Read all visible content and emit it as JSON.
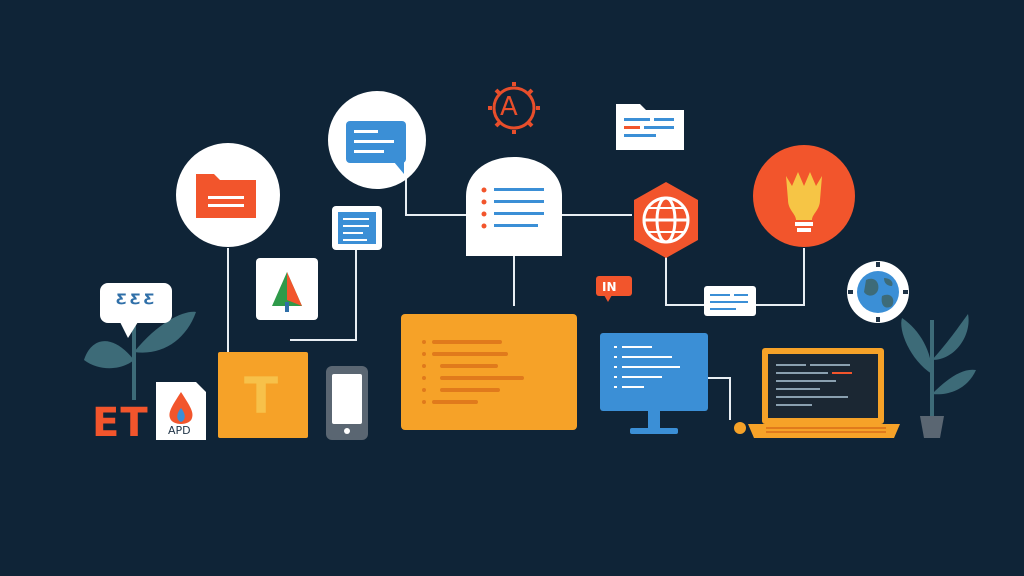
{
  "colors": {
    "background": "#0f2437",
    "orange": "#f6a228",
    "red_orange": "#f2552c",
    "blue": "#3b8fd6",
    "white": "#ffffff",
    "teal_leaf": "#3d6b78"
  },
  "icons": [
    "folder-icon",
    "chat-bubble-icon",
    "gear-a-icon",
    "folder-document-icon",
    "lightbulb-icon",
    "globe-network-icon",
    "globe-icon",
    "tree-icon",
    "smartphone-icon",
    "monitor-icon",
    "laptop-icon",
    "water-drop-document-icon",
    "plant-icon"
  ],
  "labels": {
    "et": "ET",
    "t": "T",
    "apd": "APD",
    "in": "IN",
    "a": "A",
    "zz": "ƸƸƸ"
  }
}
